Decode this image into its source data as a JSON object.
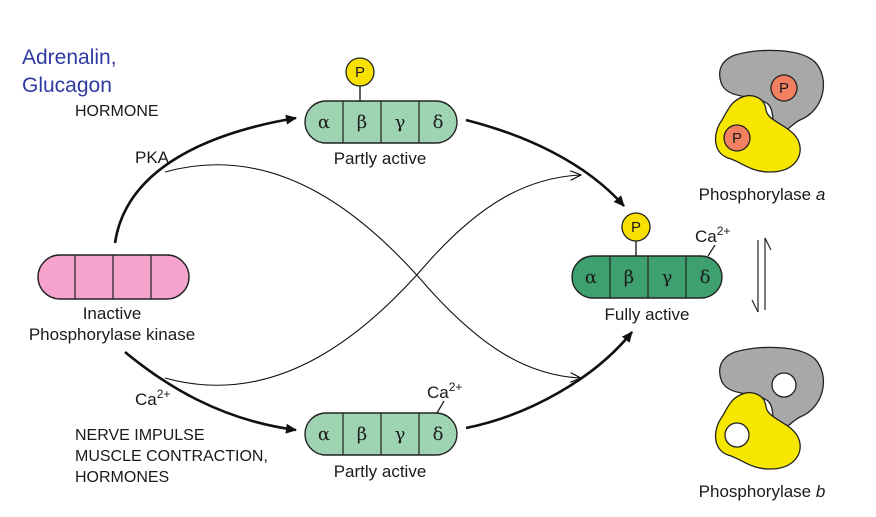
{
  "hormone_label": {
    "line1": "Adrenalin,",
    "line2": "Glucagon",
    "type": "HORMONE"
  },
  "pka_label": "PKA",
  "calcium": {
    "base": "Ca",
    "charge": "2+"
  },
  "nerve_label": {
    "line1": "NERVE IMPULSE",
    "line2": "MUSCLE CONTRACTION,",
    "line3": "HORMONES"
  },
  "inactive": {
    "line1": "Inactive",
    "line2": "Phosphorylase kinase"
  },
  "subunits": [
    "α",
    "β",
    "γ",
    "δ"
  ],
  "partly_active_label": "Partly active",
  "fully_active_label": "Fully active",
  "phosphate_symbol": "P",
  "phosphorylase_a": {
    "name": "Phosphorylase ",
    "form": "a"
  },
  "phosphorylase_b": {
    "name": "Phosphorylase ",
    "form": "b"
  },
  "colors": {
    "inactive_fill": "#f5a3cd",
    "partly_fill": "#9fd4b3",
    "fully_fill": "#3ea06e",
    "phosphate_yellow": "#f8e000",
    "phosphate_orange": "#f08060",
    "enzyme_gray": "#a8a8a8",
    "enzyme_yellow": "#f7e600",
    "blue_text": "#2f3aa0"
  }
}
